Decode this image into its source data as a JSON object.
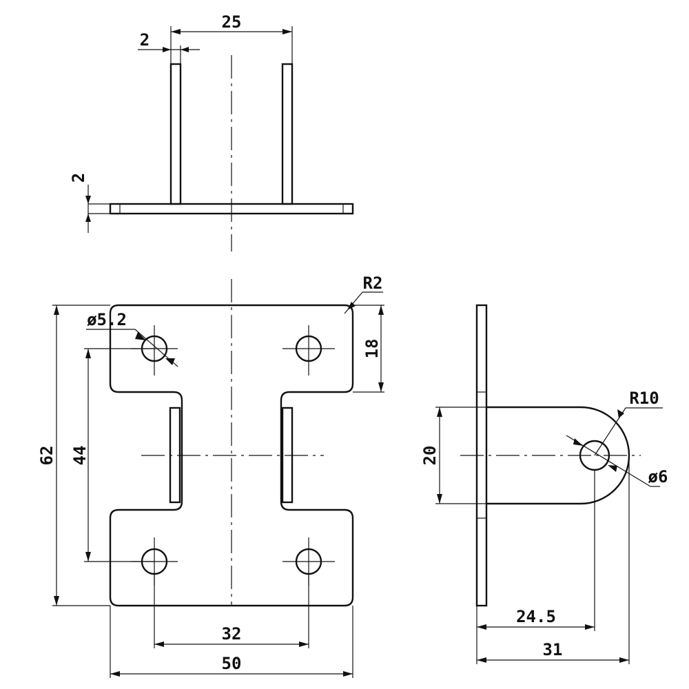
{
  "dimensions": {
    "top_width": "25",
    "top_wall": "2",
    "top_plate_thickness": "2",
    "corner_radius": "R2",
    "hole_dia": "ø5.2",
    "top_offset": "18",
    "overall_height": "62",
    "hole_pitch_vertical": "44",
    "hole_pitch_horizontal": "32",
    "overall_width": "50",
    "side_tab_width": "20",
    "tab_radius": "R10",
    "tab_hole_dia": "ø6",
    "tab_hole_offset": "24.5",
    "side_overall": "31"
  }
}
